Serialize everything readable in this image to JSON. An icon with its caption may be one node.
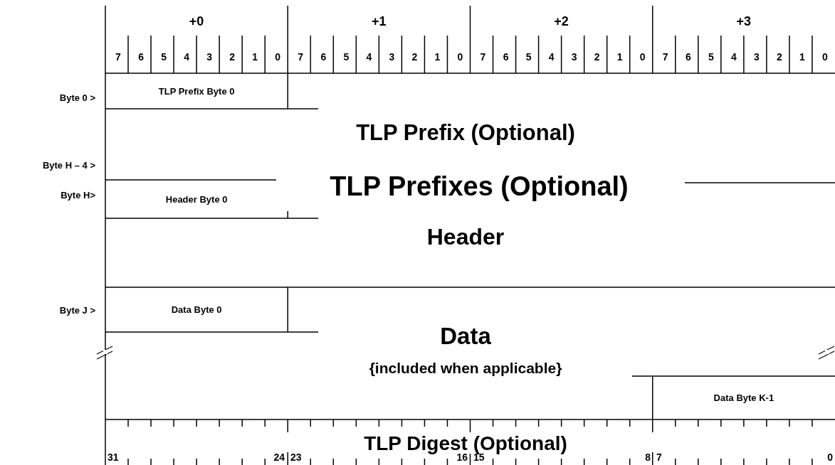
{
  "diagram": {
    "nodes": [
      {
        "text": [
          "TLP Prefix Byte 0"
        ]
      },
      {
        "text": [
          "Header Byte 0"
        ]
      },
      {
        "text": [
          "Data Byte 0"
        ]
      },
      {
        "text": [
          "Data Byte K-1"
        ]
      }
    ],
    "labels": [
      "+0",
      "+1",
      "+2",
      "+3",
      "7",
      "6",
      "5",
      "4",
      "3",
      "2",
      "1",
      "0",
      "7",
      "6",
      "5",
      "4",
      "3",
      "2",
      "1",
      "0",
      "7",
      "6",
      "5",
      "4",
      "3",
      "2",
      "1",
      "0",
      "7",
      "6",
      "5",
      "4",
      "3",
      "2",
      "1",
      "0",
      "Byte 0 >",
      "TLP Prefix (Optional)",
      "Byte H – 4 >",
      "TLP Prefixes (Optional)",
      "Byte H>",
      "Header",
      "Byte J >",
      "Data",
      "{included when applicable}",
      "TLP Digest (Optional)",
      "31",
      "24",
      "23",
      "16",
      "15",
      "8",
      "7",
      "0"
    ]
  }
}
